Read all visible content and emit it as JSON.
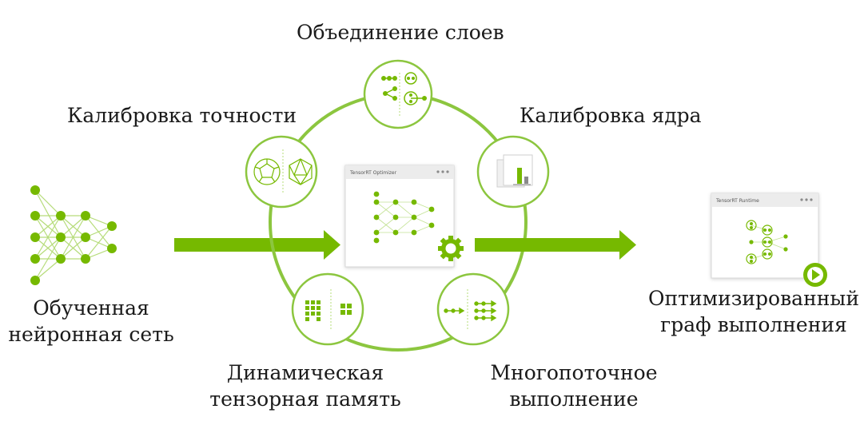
{
  "labels": {
    "layer_fusion": "Объединение слоев",
    "precision_calibration": "Калибровка точности",
    "kernel_calibration": "Калибровка ядра",
    "trained_network_line1": "Обученная",
    "trained_network_line2": "нейронная сеть",
    "optimized_graph_line1": "Оптимизированный",
    "optimized_graph_line2": "граф выполнения",
    "dynamic_memory_line1": "Динамическая",
    "dynamic_memory_line2": "тензорная память",
    "multistream_line1": "Многопоточное",
    "multistream_line2": "выполнение"
  },
  "windows": {
    "optimizer_title": "TensorRT Optimizer",
    "runtime_title": "TensorRT Runtime"
  },
  "colors": {
    "accent_green": "#76b900",
    "text": "#1a1a1a",
    "circle_border": "#8cc63f"
  },
  "icons": [
    "neural-network-icon",
    "arrow-right-icon",
    "layer-fusion-icon",
    "precision-calibration-icon",
    "kernel-calibration-icon",
    "tensor-memory-icon",
    "multistream-icon",
    "gear-icon",
    "play-icon"
  ]
}
